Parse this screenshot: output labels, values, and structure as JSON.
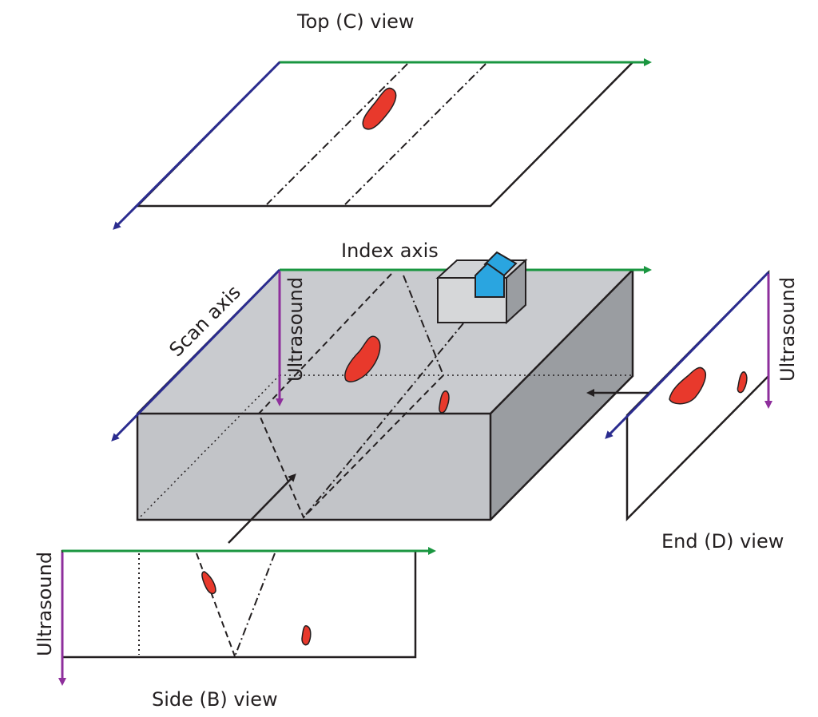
{
  "labels": {
    "top_view": "Top (C) view",
    "index_axis": "Index axis",
    "scan_axis": "Scan axis",
    "ultrasound_block": "Ultrasound",
    "ultrasound_end": "Ultrasound",
    "ultrasound_side": "Ultrasound",
    "end_view": "End (D) view",
    "side_view": "Side (B) view"
  },
  "colors": {
    "index_axis": "#1a9640",
    "scan_axis": "#2b2c8f",
    "ultrasound_axis": "#8e2f9c",
    "defect": "#e8392c",
    "probe_crystal": "#2aa5e0",
    "block_top": "#c9cbcf",
    "block_front": "#c2c4c8",
    "block_side": "#9a9da1"
  },
  "icons": {
    "probe": "ultrasonic-probe-icon",
    "defect": "flaw-indication"
  }
}
